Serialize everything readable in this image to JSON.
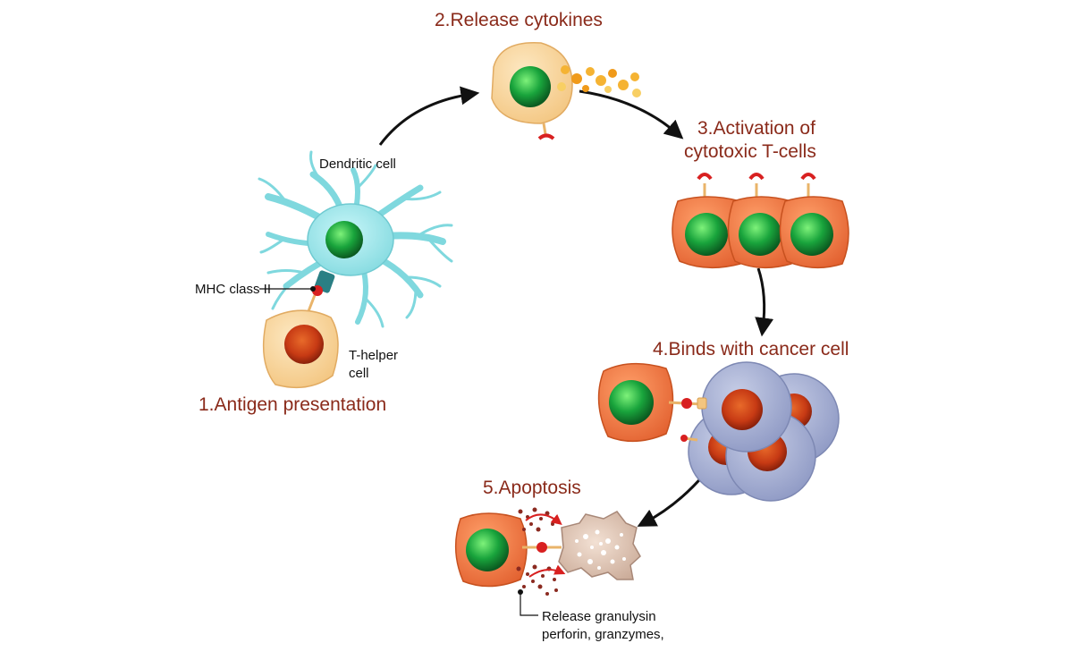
{
  "steps": {
    "s1": "1.Antigen presentation",
    "s2": "2.Release cytokines",
    "s3_line1": "3.Activation of",
    "s3_line2": "cytotoxic T-cells",
    "s4": "4.Binds with cancer cell",
    "s5": "5.Apoptosis"
  },
  "labels": {
    "dendritic": "Dendritic cell",
    "mhc": "MHC class II",
    "thelper_line1": "T-helper",
    "thelper_line2": "cell",
    "release_line1": "Release granulysin",
    "release_line2": "perforin, granzymes,"
  },
  "colors": {
    "step_text": "#8a2a1a",
    "dendritic_cell": "#9fe6ea",
    "t_helper_cell": "#f8d39a",
    "cytotoxic_t_cell": "#f27a47",
    "cancer_cell": "#a6b1d4",
    "nucleus_green": "#19a43c",
    "nucleus_red": "#c73a14",
    "cytokine_dots": "#f5b333",
    "arrows": "#111111"
  }
}
